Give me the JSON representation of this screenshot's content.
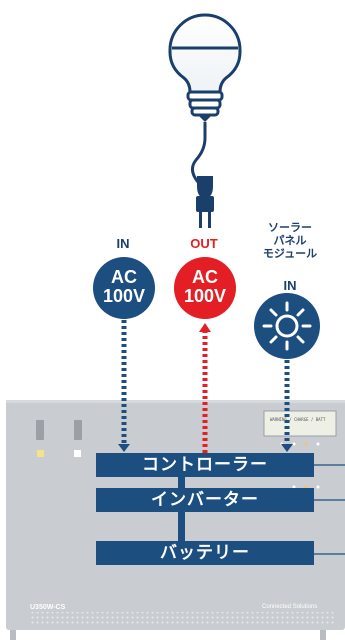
{
  "labels": {
    "in": "IN",
    "out": "OUT",
    "solar_title_line1": "ソーラー",
    "solar_title_line2": "パネル",
    "solar_title_line3": "モジュール",
    "solar_in": "IN"
  },
  "circles": {
    "ac_in_line1": "AC",
    "ac_in_line2": "100V",
    "ac_out_line1": "AC",
    "ac_out_line2": "100V"
  },
  "components": {
    "controller": "コントローラー",
    "inverter": "インバーター",
    "battery": "バッテリー"
  },
  "device": {
    "model": "U350W-CS",
    "brand": "Connected Solutions",
    "display": "WARNING / CHARGE / BATT"
  },
  "colors": {
    "navy": "#1c4e80",
    "red": "#e31e24",
    "chassis": "#c9cdd1"
  }
}
